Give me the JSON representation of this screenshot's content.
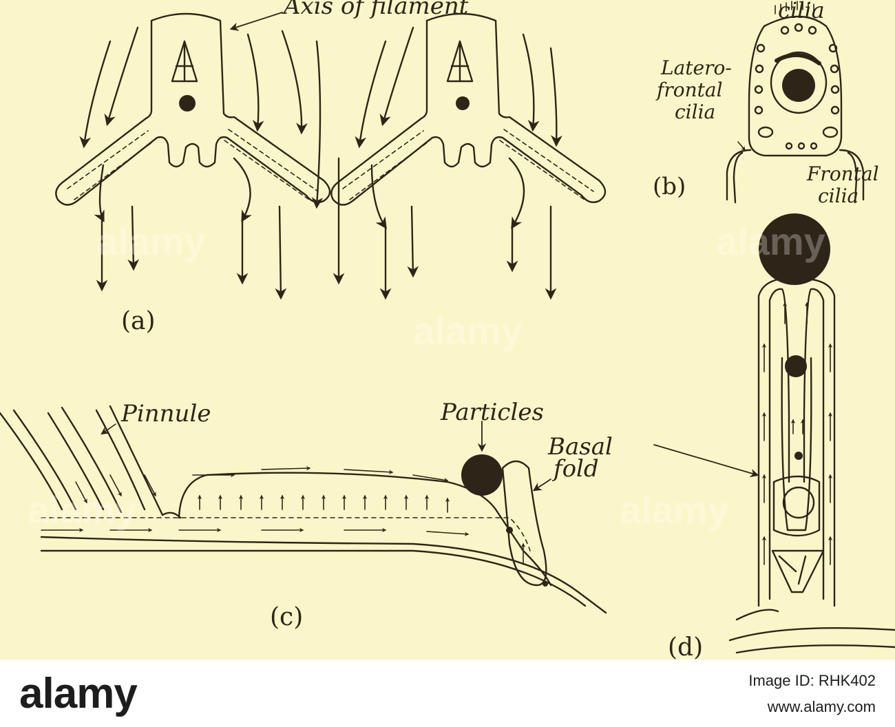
{
  "labels": {
    "axis_of_filament": "Axis of filament",
    "cilia": "cilia",
    "latero1": "Latero-",
    "latero2": "frontal",
    "latero3": "cilia",
    "frontal1": "Frontal",
    "frontal2": "cilia",
    "pinnule": "Pinnule",
    "particles": "Particles",
    "basal1": "Basal",
    "basal2": "fold"
  },
  "panels": {
    "a": "(a)",
    "b": "(b)",
    "c": "(c)",
    "d": "(d)"
  },
  "watermark": "alamy",
  "footer": {
    "brand": "alamy",
    "image_id": "Image ID: RHK402",
    "site": "www.alamy.com"
  },
  "colors": {
    "paper": "#fbf6c9",
    "ink": "#2e2418"
  }
}
